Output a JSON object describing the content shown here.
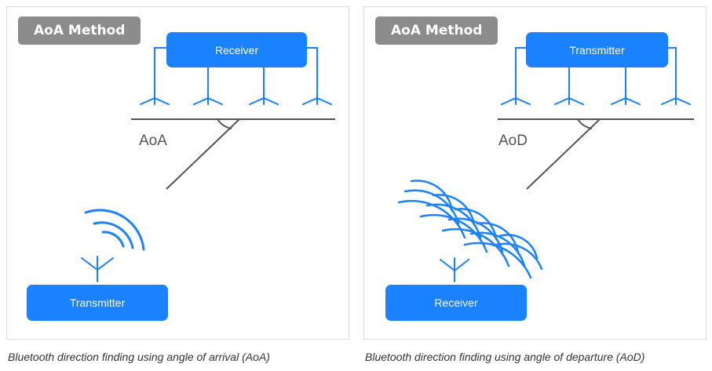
{
  "left_panel": {
    "badge": "AoA Method",
    "top_device": "Receiver",
    "bottom_device": "Transmitter",
    "angle_label": "AoA",
    "caption": "Bluetooth direction finding using angle of arrival (AoA)"
  },
  "right_panel": {
    "badge": "AoA Method",
    "top_device": "Transmitter",
    "bottom_device": "Receiver",
    "angle_label": "AoD",
    "caption": "Bluetooth direction finding using angle of departure (AoD)"
  },
  "colors": {
    "device_blue": "#1a82ff",
    "badge_gray": "#8c8c8c",
    "line_gray": "#555555"
  }
}
